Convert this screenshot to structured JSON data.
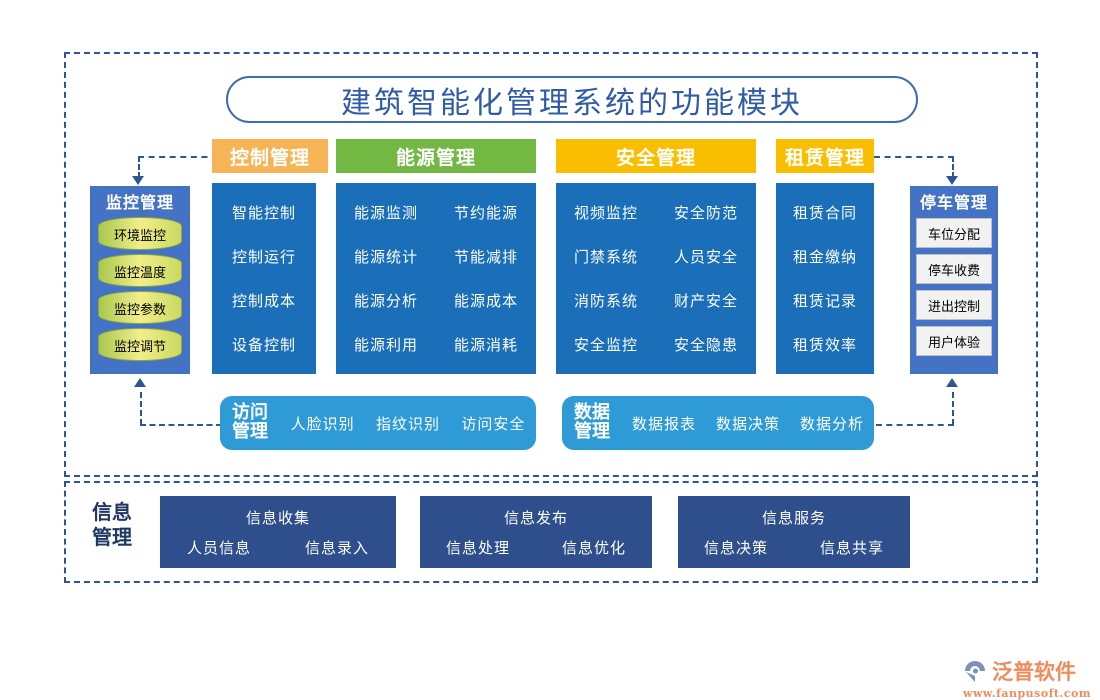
{
  "title": "建筑智能化管理系统的功能模块",
  "colors": {
    "frame_dash": "#2F5597",
    "title_text": "#2F5BA8",
    "head_control": "#F5B556",
    "head_energy": "#72B843",
    "head_security": "#FABE00",
    "head_lease": "#FABE00",
    "body_blue": "#1B6FB8",
    "panel_blue": "#4472C4",
    "mid_blue": "#2E9BD6",
    "info_navy": "#2E4E8C",
    "cylinder_green": "#A8C84E",
    "logo_orange": "#F08B5C"
  },
  "monitor_panel": {
    "title": "监控管理",
    "items": [
      "环境监控",
      "监控温度",
      "监控参数",
      "监控调节"
    ]
  },
  "parking_panel": {
    "title": "停车管理",
    "items": [
      "车位分配",
      "停车收费",
      "进出控制",
      "用户体验"
    ]
  },
  "columns": [
    {
      "header": "控制管理",
      "rows": [
        [
          "智能控制"
        ],
        [
          "控制运行"
        ],
        [
          "控制成本"
        ],
        [
          "设备控制"
        ]
      ]
    },
    {
      "header": "能源管理",
      "rows": [
        [
          "能源监测",
          "节约能源"
        ],
        [
          "能源统计",
          "节能减排"
        ],
        [
          "能源分析",
          "能源成本"
        ],
        [
          "能源利用",
          "能源消耗"
        ]
      ]
    },
    {
      "header": "安全管理",
      "rows": [
        [
          "视频监控",
          "安全防范"
        ],
        [
          "门禁系统",
          "人员安全"
        ],
        [
          "消防系统",
          "财产安全"
        ],
        [
          "安全监控",
          "安全隐患"
        ]
      ]
    },
    {
      "header": "租赁管理",
      "rows": [
        [
          "租赁合同"
        ],
        [
          "租金缴纳"
        ],
        [
          "租赁记录"
        ],
        [
          "租赁效率"
        ]
      ]
    }
  ],
  "mid_boxes": [
    {
      "title_line1": "访问",
      "title_line2": "管理",
      "items": [
        "人脸识别",
        "指纹识别",
        "访问安全"
      ]
    },
    {
      "title_line1": "数据",
      "title_line2": "管理",
      "items": [
        "数据报表",
        "数据决策",
        "数据分析"
      ]
    }
  ],
  "info_section": {
    "label_line1": "信息",
    "label_line2": "管理",
    "boxes": [
      {
        "head": "信息收集",
        "subs": [
          "人员信息",
          "信息录入"
        ]
      },
      {
        "head": "信息发布",
        "subs": [
          "信息处理",
          "信息优化"
        ]
      },
      {
        "head": "信息服务",
        "subs": [
          "信息决策",
          "信息共享"
        ]
      }
    ]
  },
  "logo": {
    "name": "泛普软件",
    "url": "www.fanpusoft.com"
  }
}
